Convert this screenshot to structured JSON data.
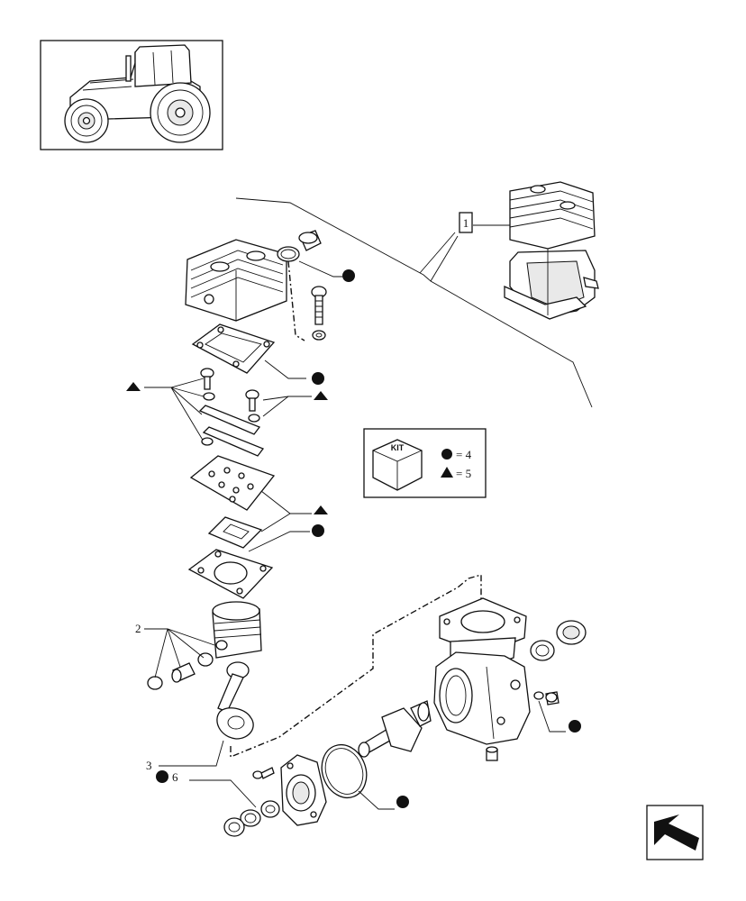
{
  "callouts": {
    "item1": "1",
    "item2": "2",
    "item3": "3",
    "item6": "6"
  },
  "kit": {
    "label": "KIT",
    "circle_text": "= 4",
    "triangle_text": "= 5"
  },
  "icons": {
    "thumbnail": "tractor-icon",
    "nav": "back-arrow-icon",
    "kit_box": "cube-icon",
    "circle_marker": "filled-circle-icon",
    "triangle_marker": "filled-triangle-icon"
  }
}
